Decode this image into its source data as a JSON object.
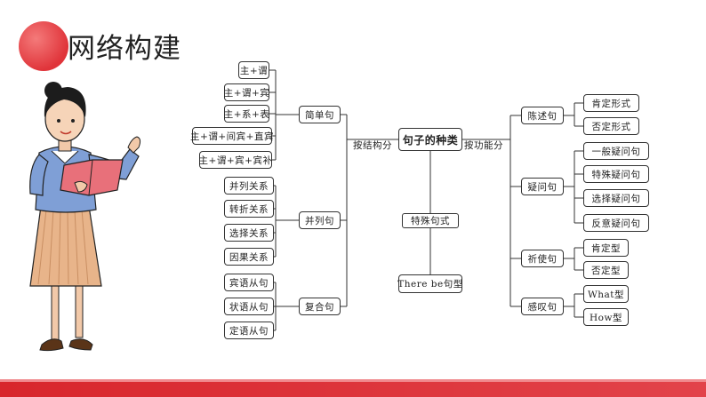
{
  "header": {
    "title": "网络构建"
  },
  "diagram": {
    "root": "句子的种类",
    "left_branch_label": "按结构分",
    "right_branch_label": "按功能分",
    "simple": {
      "label": "简单句",
      "items": [
        "主+谓",
        "主+谓+宾",
        "主+系+表",
        "主+谓+间宾+直宾",
        "主+谓+宾+宾补"
      ]
    },
    "compound": {
      "label": "并列句",
      "items": [
        "并列关系",
        "转折关系",
        "选择关系",
        "因果关系"
      ]
    },
    "complex": {
      "label": "复合句",
      "items": [
        "宾语从句",
        "状语从句",
        "定语从句"
      ]
    },
    "special": {
      "label": "特殊句式",
      "items": [
        "There be句型"
      ]
    },
    "declarative": {
      "label": "陈述句",
      "items": [
        "肯定形式",
        "否定形式"
      ]
    },
    "interrogative": {
      "label": "疑问句",
      "items": [
        "一般疑问句",
        "特殊疑问句",
        "选择疑问句",
        "反意疑问句"
      ]
    },
    "imperative": {
      "label": "祈使句",
      "items": [
        "肯定型",
        "否定型"
      ]
    },
    "exclamatory": {
      "label": "感叹句",
      "items": [
        "What型",
        "How型"
      ]
    }
  }
}
